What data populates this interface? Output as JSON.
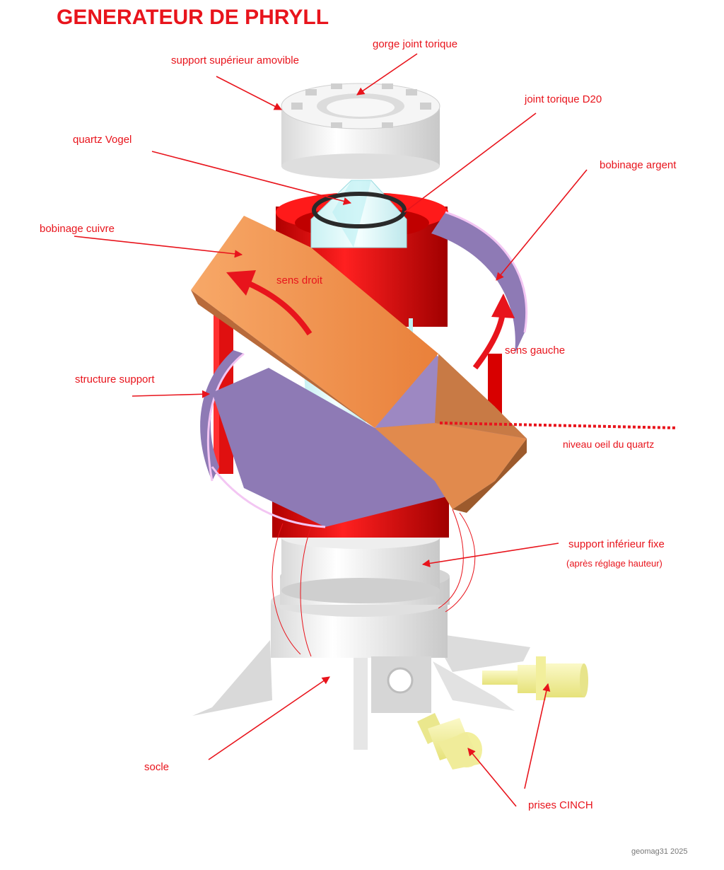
{
  "title": "GENERATEUR DE PHRYLL",
  "labels": {
    "gorge": "gorge joint torique",
    "support_sup": "support supérieur amovible",
    "joint": "joint torique D20",
    "quartz": "quartz Vogel",
    "bob_argent": "bobinage argent",
    "bob_cuivre": "bobinage cuivre",
    "sens_droit": "sens droit",
    "sens_gauche": "sens gauche",
    "structure": "structure support",
    "niveau": "niveau oeil du quartz",
    "support_inf": "support inférieur fixe",
    "support_inf_note": "(après réglage hauteur)",
    "socle": "socle",
    "cinch": "prises CINCH",
    "credit": "geomag31 2025"
  },
  "colors": {
    "annotation": "#e8141c",
    "copper": "#f2914a",
    "silver": "#8e7ab5",
    "structure": "#e8141c",
    "quartz": "#e2fbfc",
    "connector": "#f5f29a",
    "body": "#f0f0f0"
  }
}
